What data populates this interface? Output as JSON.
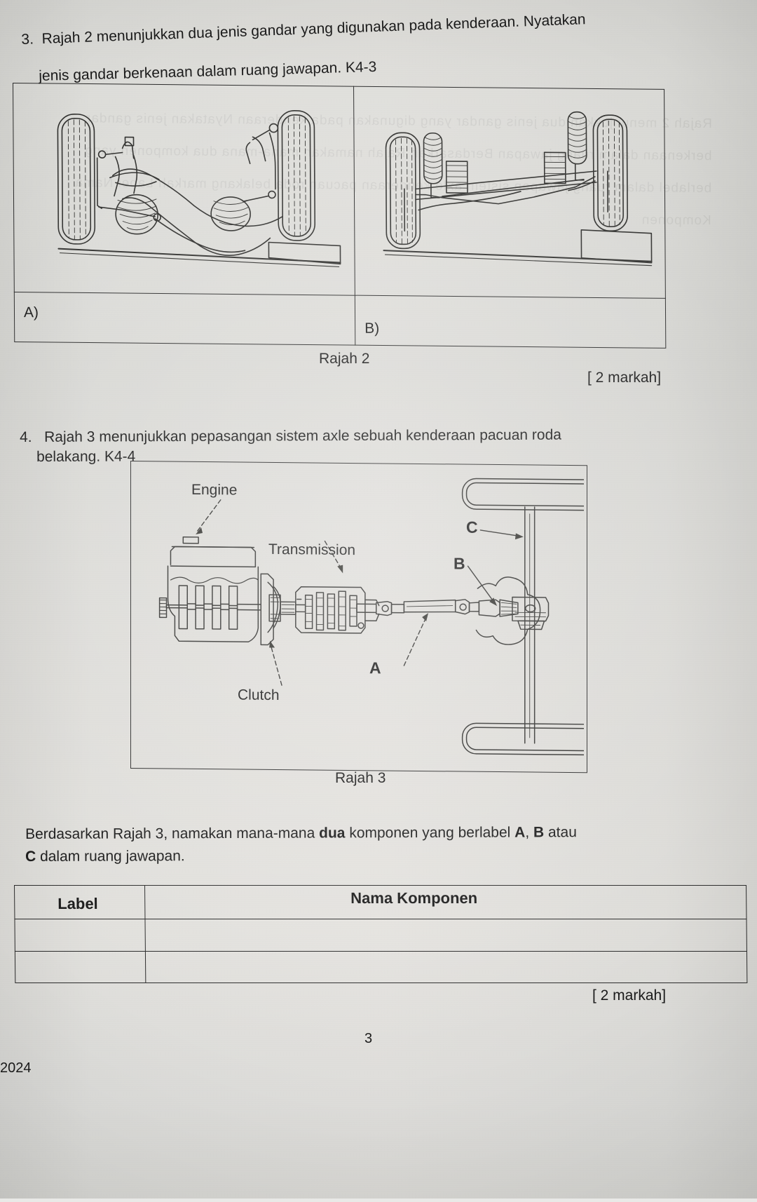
{
  "page": {
    "page_number": "3",
    "year_footer": "2024"
  },
  "question3": {
    "number": "3.",
    "line1": "Rajah 2 menunjukkan dua jenis gandar yang digunakan pada kenderaan. Nyatakan",
    "line2": "jenis gandar berkenaan dalam ruang jawapan. K4-3",
    "answer_label_a": "A)",
    "answer_label_b": "B)",
    "figure_caption": "Rajah 2",
    "marks": "[ 2 markah]",
    "figure_a_alt": "independent-suspension-axle-diagram",
    "figure_b_alt": "rigid-beam-axle-diagram"
  },
  "question4": {
    "number": "4.",
    "line1": "Rajah 3 menunjukkan pepasangan sistem axle sebuah kenderaan pacuan roda",
    "line2": "belakang. K4-4",
    "figure_caption": "Rajah 3",
    "diagram_labels": {
      "engine": "Engine",
      "transmission": "Transmission",
      "clutch": "Clutch",
      "a": "A",
      "b": "B",
      "c": "C"
    },
    "instruction_line1": "Berdasarkan Rajah 3, namakan mana-mana dua komponen yang berlabel A, B atau",
    "instruction_line2": "C dalam ruang jawapan.",
    "instruction_bold_dua": "dua",
    "table": {
      "headers": [
        "Label",
        "Nama Komponen"
      ],
      "rows": [
        {
          "label": "",
          "component": ""
        },
        {
          "label": "",
          "component": ""
        }
      ]
    },
    "marks": "[ 2 markah]"
  },
  "bleed_text": "Rajah 2 menunjukkan dua jenis gandar yang digunakan pada kenderaan Nyatakan jenis gandar berkenaan dalam ruang jawapan Berdasarkan Rajah namakan mana-mana dua komponen yang berlabel dalam ruang jawapan sistem axle kenderaan pacuan roda belakang markah Label Nama Komponen",
  "colors": {
    "paper": "#ececeb",
    "ink": "#30302e",
    "rule": "#2b2b2b"
  }
}
